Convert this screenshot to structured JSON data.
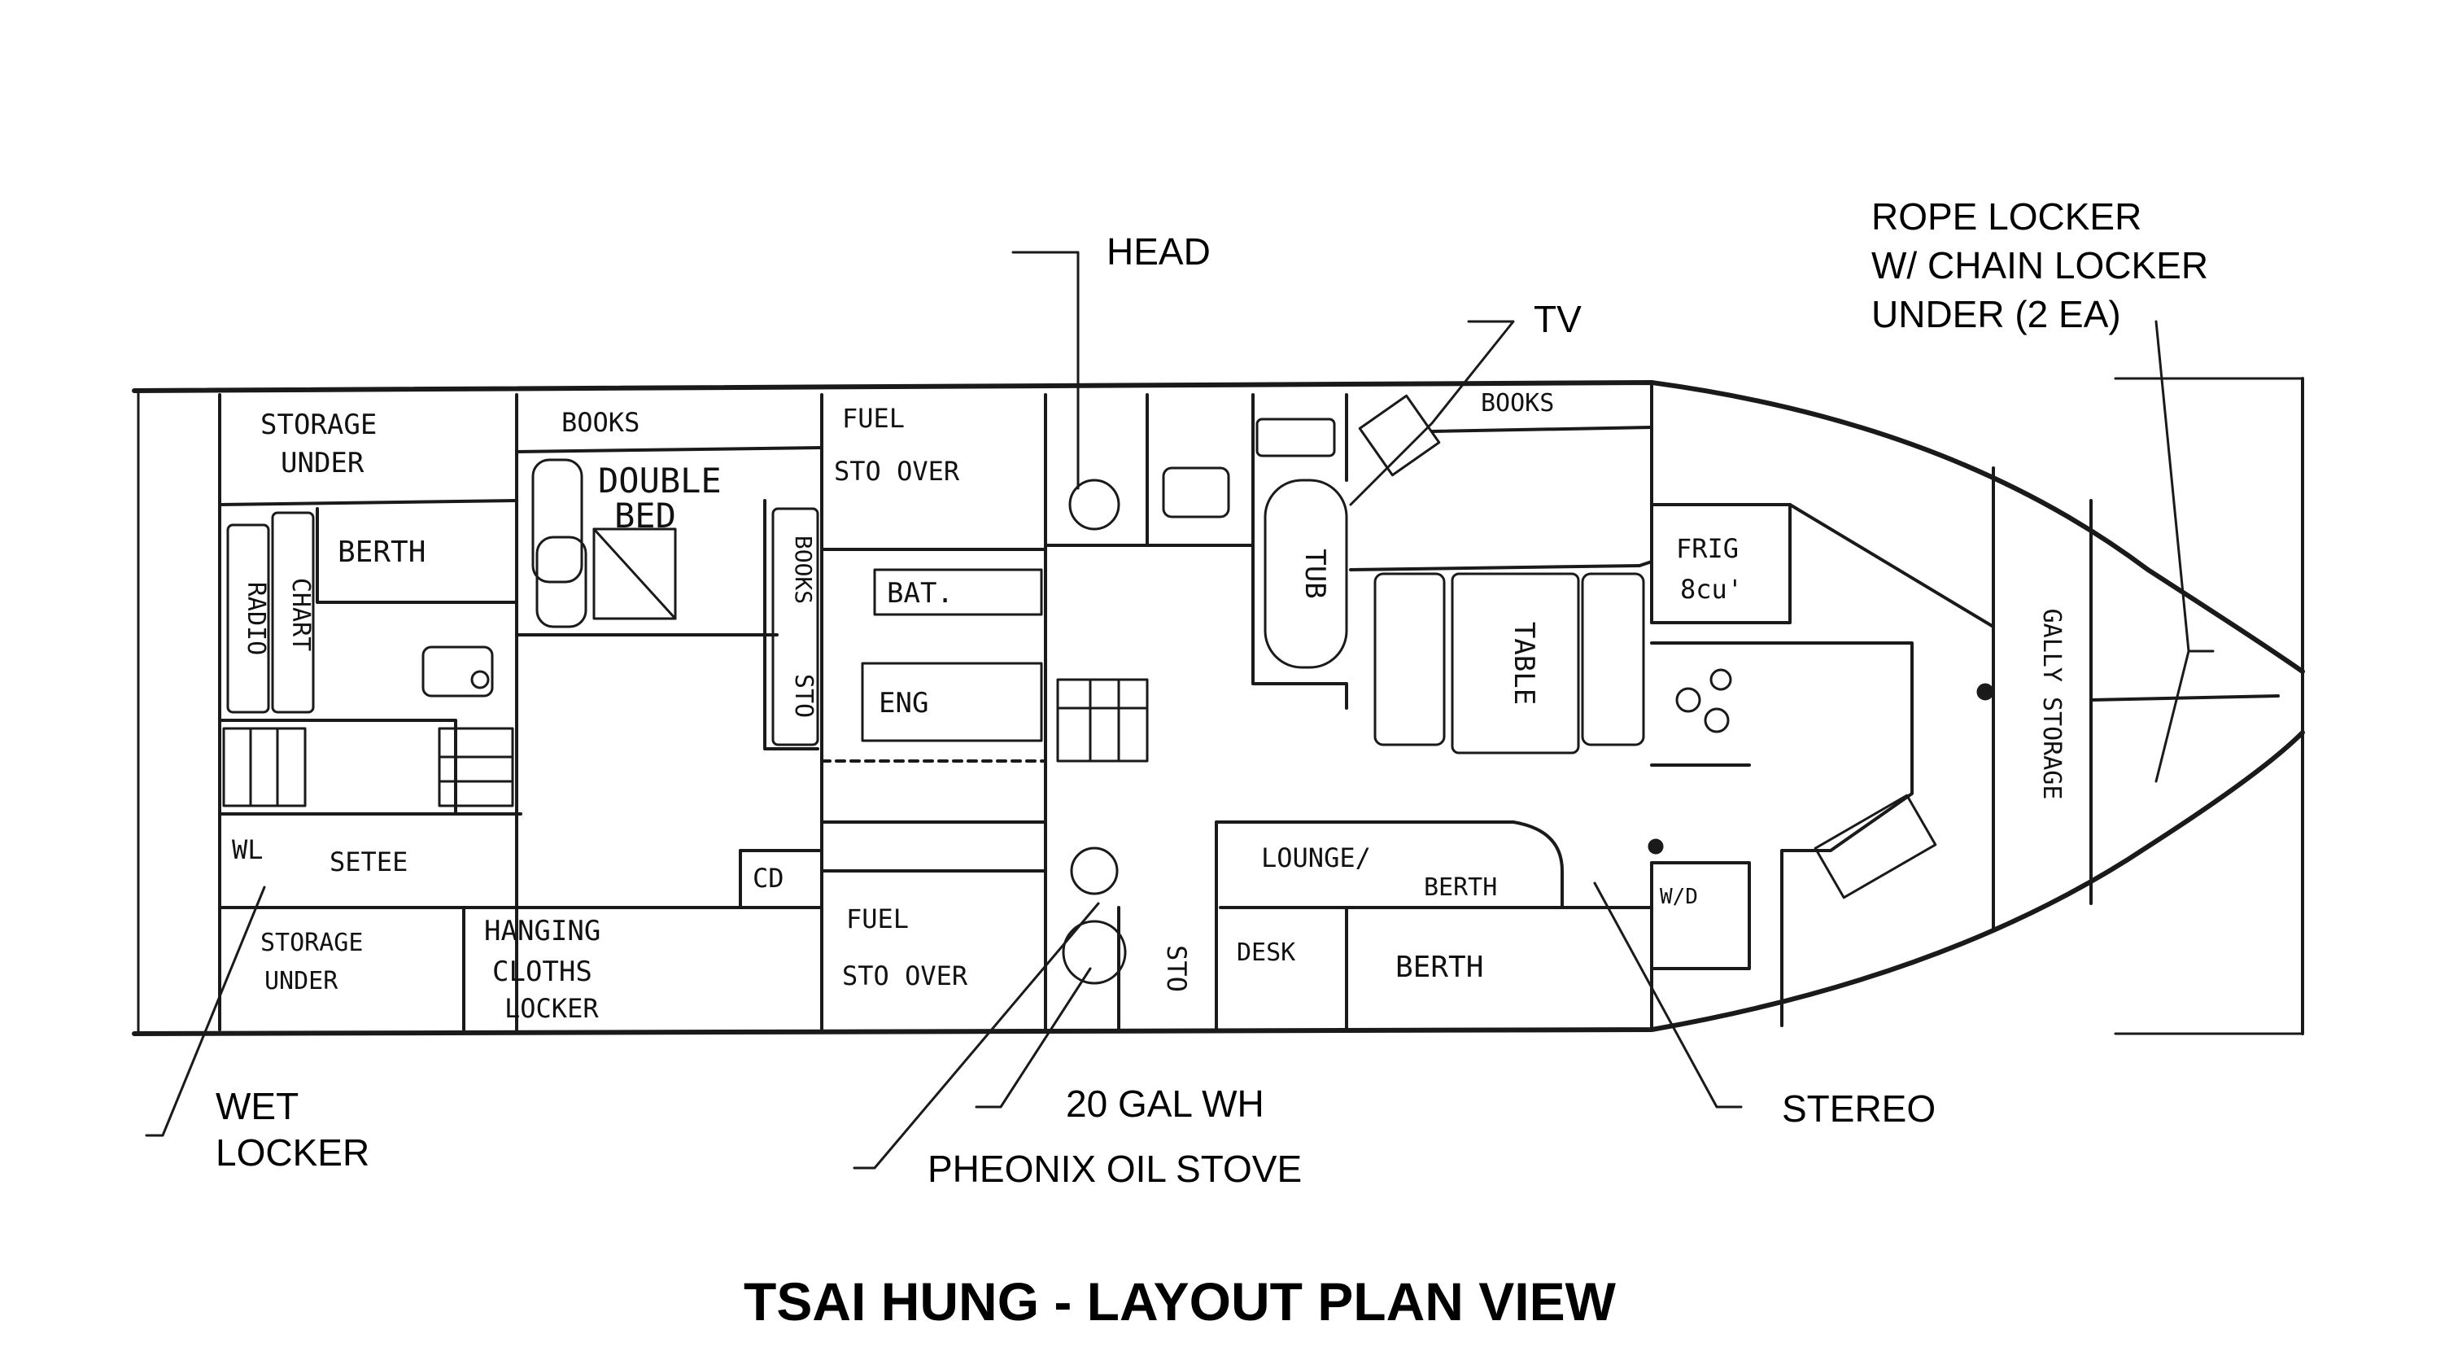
{
  "title": "TSAI HUNG - LAYOUT PLAN VIEW",
  "callouts": {
    "head": "HEAD",
    "tv": "TV",
    "rope_locker_1": "ROPE LOCKER",
    "rope_locker_2": "W/ CHAIN LOCKER",
    "rope_locker_3": "UNDER (2 EA)",
    "wet_locker_1": "WET",
    "wet_locker_2": "LOCKER",
    "water_heater": "20 GAL WH",
    "stove": "PHEONIX OIL STOVE",
    "stereo": "STEREO"
  },
  "rooms": {
    "storage_under_top_1": "STORAGE",
    "storage_under_top_2": "UNDER",
    "books_top_left": "BOOKS",
    "double_bed_1": "DOUBLE",
    "double_bed_2": "BED",
    "berth_left": "BERTH",
    "radio": "RADIO",
    "chart": "CHART",
    "books_vertical": "BOOKS",
    "sto_vertical": "STO",
    "fuel_top_1": "FUEL",
    "fuel_top_2": "STO OVER",
    "bat": "BAT.",
    "eng": "ENG",
    "tub": "TUB",
    "books_top_right": "BOOKS",
    "table": "TABLE",
    "frig_1": "FRIG",
    "frig_2": "8cu'",
    "galley_storage": "GALLY STORAGE",
    "wl": "WL",
    "setee": "SETEE",
    "cd": "CD",
    "storage_under_bottom_1": "STORAGE",
    "storage_under_bottom_2": "UNDER",
    "hanging_1": "HANGING",
    "hanging_2": "CLOTHS",
    "hanging_3": "LOCKER",
    "fuel_bottom_1": "FUEL",
    "fuel_bottom_2": "STO OVER",
    "sto_bottom": "STO",
    "desk": "DESK",
    "lounge_1": "LOUNGE/",
    "lounge_2": "BERTH",
    "berth_bottom": "BERTH",
    "wd": "W/D"
  }
}
